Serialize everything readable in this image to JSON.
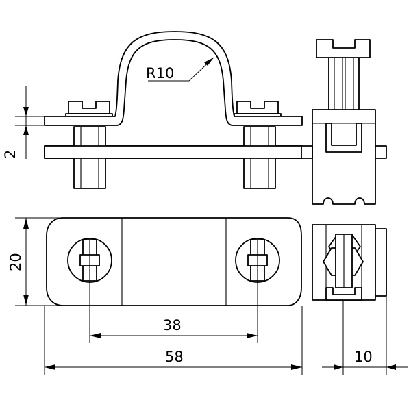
{
  "dimensions": {
    "radius": "R10",
    "thickness": "2",
    "height": "20",
    "hole_spacing": "38",
    "length": "58",
    "clamp_width": "10"
  }
}
